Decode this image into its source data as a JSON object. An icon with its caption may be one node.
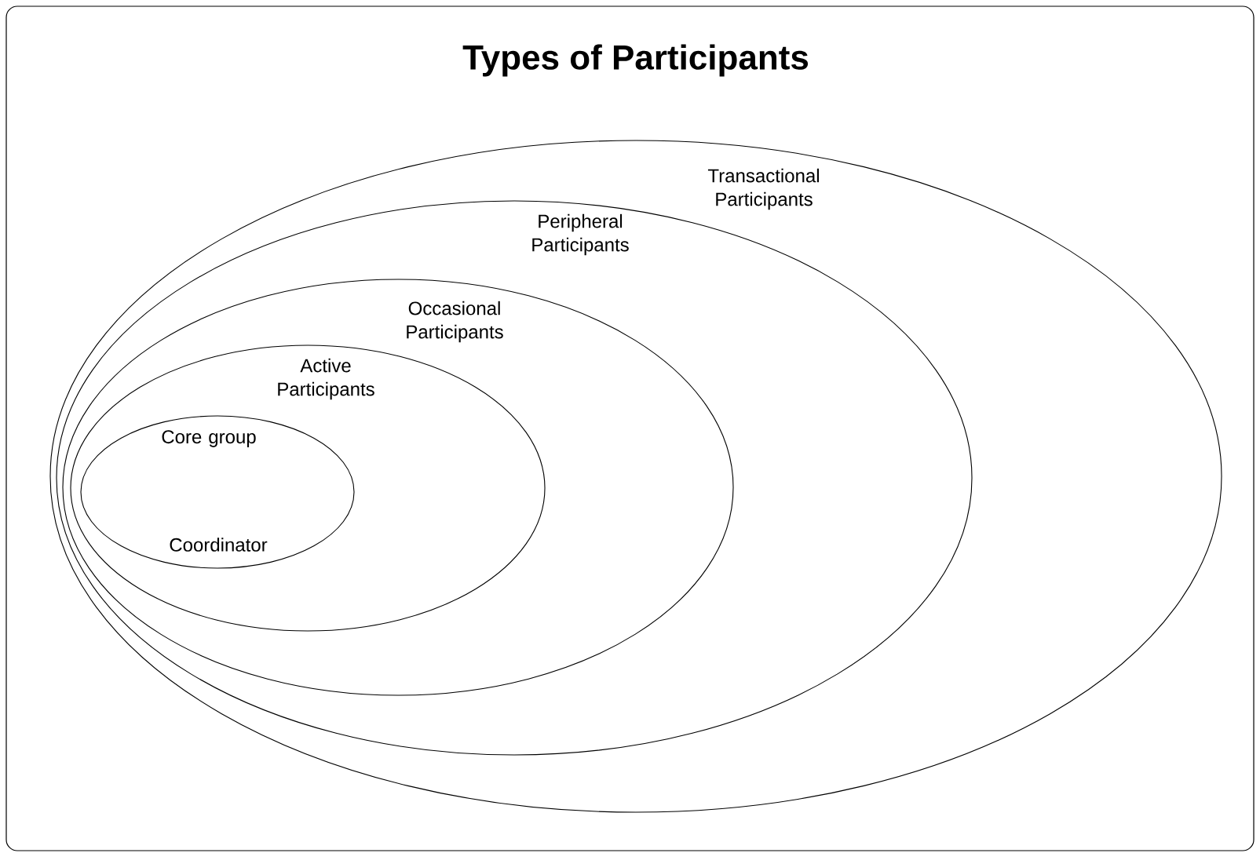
{
  "diagram": {
    "title": "Types of Participants",
    "nodes": [
      {
        "text": [
          "Transactional Participants"
        ]
      },
      {
        "text": [
          "Peripheral Participants"
        ],
        "in": 0
      },
      {
        "text": [
          "Occasional Participants"
        ],
        "in": 1
      },
      {
        "text": [
          "Active Participants"
        ],
        "in": 2
      },
      {
        "text": [
          "Core group",
          "Coordinator"
        ],
        "in": 3
      }
    ]
  }
}
